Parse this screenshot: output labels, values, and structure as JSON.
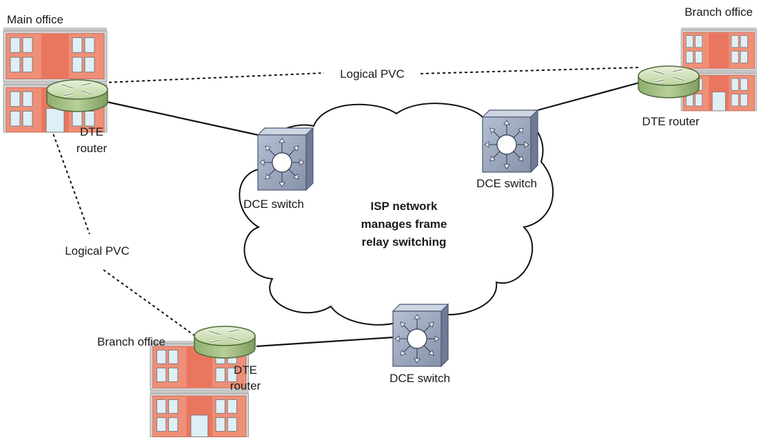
{
  "labels": {
    "main_office": "Main office",
    "branch_office_top": "Branch office",
    "branch_office_bottom": "Branch office",
    "logical_pvc_top": "Logical PVC",
    "logical_pvc_left": "Logical PVC",
    "dte_main_line1": "DTE",
    "dte_main_line2": "router",
    "dte_top_right": "DTE router",
    "dte_bottom_line1": "DTE",
    "dte_bottom_line2": "router",
    "dce_left": "DCE switch",
    "dce_right": "DCE switch",
    "dce_bottom": "DCE switch",
    "isp_line1": "ISP network",
    "isp_line2": "manages frame",
    "isp_line3": "relay switching"
  },
  "colors": {
    "building_wall": "#f08f78",
    "building_frame": "#cfcfcf",
    "window": "#dfeff6",
    "router_body": "#a9c48a",
    "switch_face": "#9aa6bd",
    "switch_side": "#7a879f",
    "link": "#111111"
  }
}
